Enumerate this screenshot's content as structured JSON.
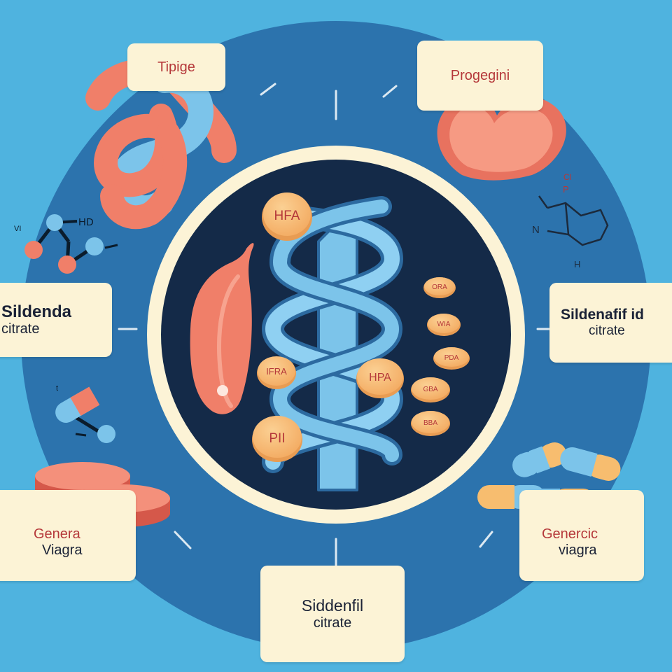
{
  "labels": {
    "top_left": "Tipige",
    "top_right": "Progegini",
    "left": [
      "Sildenda",
      "citrate"
    ],
    "right": [
      "Sildenafif id",
      "citrate"
    ],
    "bottom_left": [
      "Genera",
      "Viagra"
    ],
    "bottom_right": [
      "Genercic",
      "viagra"
    ],
    "bottom": [
      "Siddenfil",
      "citrate"
    ]
  },
  "pills": {
    "hfa": "HFA",
    "ifra": "IFRA",
    "hpa": "HPA",
    "pii": "PII",
    "ora": "ORA",
    "wia": "WIA",
    "pda": "PDA",
    "gba": "GBA",
    "bba": "BBA"
  },
  "molecules": {
    "top_right": {
      "cl": "Cl",
      "p": "P",
      "n": "N",
      "h": "H"
    },
    "left": {
      "vi": "VI",
      "hd": "HD"
    },
    "bottom_left": {
      "t": "t"
    }
  },
  "colors": {
    "background": "#4fb3df",
    "ring": "#2c73ad",
    "center": "#142a48",
    "cream": "#fcf3d6",
    "coral": "#f3826f",
    "blue": "#7cc4ea",
    "orange_pill": "#f9c17f",
    "label_red": "#b5383a",
    "label_dark": "#1b2236"
  }
}
